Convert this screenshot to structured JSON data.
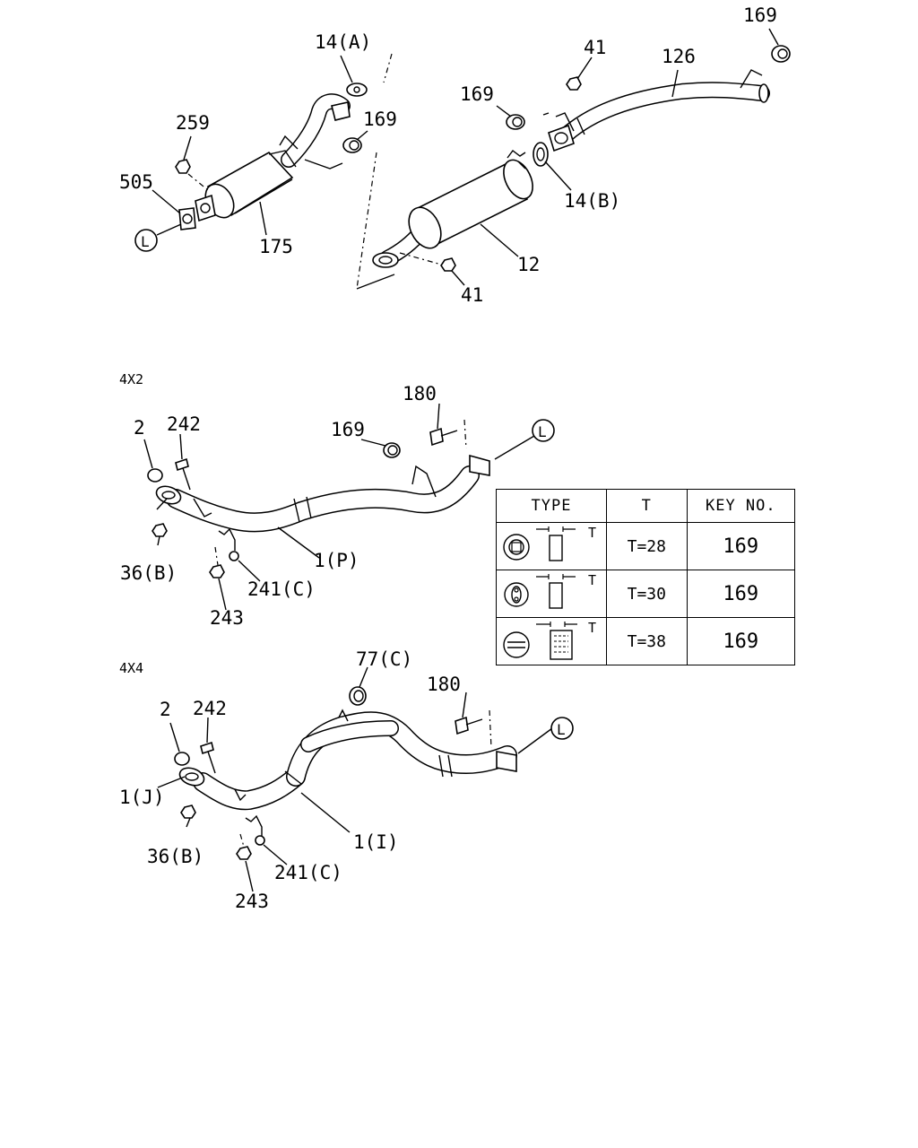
{
  "sections": {
    "s4x2": "4X2",
    "s4x4": "4X4"
  },
  "callouts": {
    "top": {
      "p14a": "14(A)",
      "p169a": "169",
      "p259": "259",
      "p505": "505",
      "pL": "L",
      "p175": "175",
      "p169b": "169",
      "p41a": "41",
      "p126": "126",
      "p169c": "169",
      "p14b": "14(B)",
      "p12": "12",
      "p41b": "41"
    },
    "mid": {
      "p2": "2",
      "p242": "242",
      "p169": "169",
      "p180": "180",
      "pL": "L",
      "p36b": "36(B)",
      "p1p": "1(P)",
      "p241c": "241(C)",
      "p243": "243"
    },
    "bot": {
      "p77c": "77(C)",
      "p180": "180",
      "pL": "L",
      "p2": "2",
      "p242": "242",
      "p1j": "1(J)",
      "p36b": "36(B)",
      "p1i": "1(I)",
      "p241c": "241(C)",
      "p243": "243"
    }
  },
  "table": {
    "headers": [
      "TYPE",
      "T",
      "KEY NO."
    ],
    "dim_letter": "T",
    "rows": [
      {
        "t": "T=28",
        "key": "169"
      },
      {
        "t": "T=30",
        "key": "169"
      },
      {
        "t": "T=38",
        "key": "169"
      }
    ]
  }
}
